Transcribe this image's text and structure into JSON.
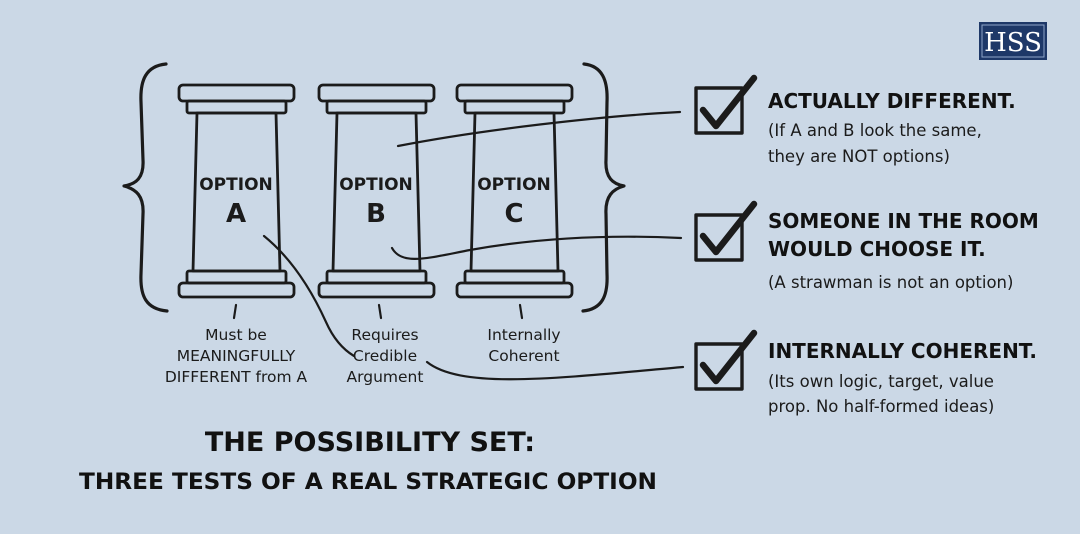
{
  "brand": {
    "logo_text": "HSS",
    "colors": {
      "background": "#cbd8e6",
      "logo_bg": "#1e3868",
      "ink": "#1b1b1b",
      "pillar_fill": "#e2eaf3"
    }
  },
  "pillars": [
    {
      "heading": "OPTION",
      "letter": "A",
      "note_lines": [
        "Must be",
        "MEANINGFULLY",
        "DIFFERENT from A"
      ]
    },
    {
      "heading": "OPTION",
      "letter": "B",
      "note_lines": [
        "Requires",
        "Credible",
        "Argument"
      ]
    },
    {
      "heading": "OPTION",
      "letter": "C",
      "note_lines": [
        "Internally",
        "Coherent"
      ]
    }
  ],
  "tests": [
    {
      "icon": "checkbox-checked-icon",
      "title_lines": [
        "ACTUALLY DIFFERENT."
      ],
      "desc_lines": [
        "(If A and B look the same,",
        "they are NOT options)"
      ]
    },
    {
      "icon": "checkbox-checked-icon",
      "title_lines": [
        "SOMEONE IN THE ROOM",
        "WOULD CHOOSE IT."
      ],
      "desc_lines": [
        "(A strawman is not an option)"
      ]
    },
    {
      "icon": "checkbox-checked-icon",
      "title_lines": [
        "INTERNALLY COHERENT."
      ],
      "desc_lines": [
        "(Its own logic, target, value",
        "prop. No half-formed ideas)"
      ]
    }
  ],
  "footer": {
    "title": "THE POSSIBILITY SET:",
    "subtitle": "THREE TESTS OF A REAL STRATEGIC OPTION"
  }
}
